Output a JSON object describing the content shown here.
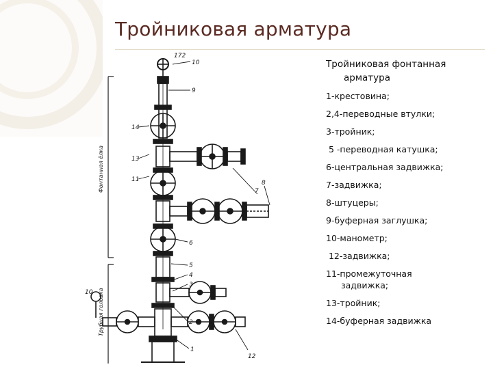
{
  "slide": {
    "title": "Тройниковая арматура"
  },
  "legend": {
    "heading_line1": "Тройниковая фонтанная",
    "heading_line2": "арматура",
    "items": [
      {
        "text": "1-крестовина;"
      },
      {
        "text": "2,4-переводные втулки;"
      },
      {
        "text": "3-тройник;"
      },
      {
        "text": " 5 -переводная катушка;"
      },
      {
        "text": "6-центральная задвижка;"
      },
      {
        "text": "7-задвижка;"
      },
      {
        "text": "8-штуцеры;"
      },
      {
        "text": "9-буферная заглушка;"
      },
      {
        "text": "10-манометр;"
      },
      {
        "text": " 12-задвижка;"
      },
      {
        "text": "11-промежуточная",
        "cont": "задвижка;"
      },
      {
        "text": "13-тройник;"
      },
      {
        "text": "14-буферная задвижка"
      }
    ]
  },
  "diagram": {
    "top_label": "172",
    "side_label_upper": "Фонтанная ёлка",
    "side_label_lower": "Трубная головка",
    "callouts": [
      "10",
      "9",
      "14",
      "13",
      "11",
      "7",
      "6",
      "8",
      "5",
      "4",
      "3",
      "2",
      "1",
      "12",
      "10"
    ]
  },
  "colors": {
    "title": "#5a2a22",
    "ink": "#1a1a1a",
    "decor": "#efeadf"
  }
}
